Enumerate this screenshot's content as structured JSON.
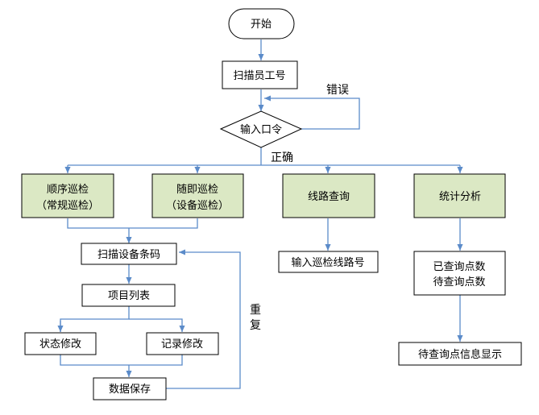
{
  "colors": {
    "edge": "#5b8bc9",
    "process_fill": "#dbe8c4",
    "border": "#000000"
  },
  "nodes": {
    "start": "开始",
    "scan_id": "扫描员工号",
    "password": "输入口令",
    "seq_line1": "顺序巡检",
    "seq_line2": "（常规巡检）",
    "rand_line1": "随即巡检",
    "rand_line2": "（设备巡检）",
    "route_query": "线路查询",
    "stats": "统计分析",
    "scan_barcode": "扫描设备条码",
    "item_list": "项目列表",
    "status_edit": "状态修改",
    "record_edit": "记录修改",
    "save_data": "数据保存",
    "route_no": "输入巡检线路号",
    "queried_line1": "已查询点数",
    "queried_line2": "待查询点数",
    "pending_info": "待查询点信息显示"
  },
  "labels": {
    "error": "错误",
    "correct": "正确",
    "repeat_1": "重",
    "repeat_2": "复"
  }
}
